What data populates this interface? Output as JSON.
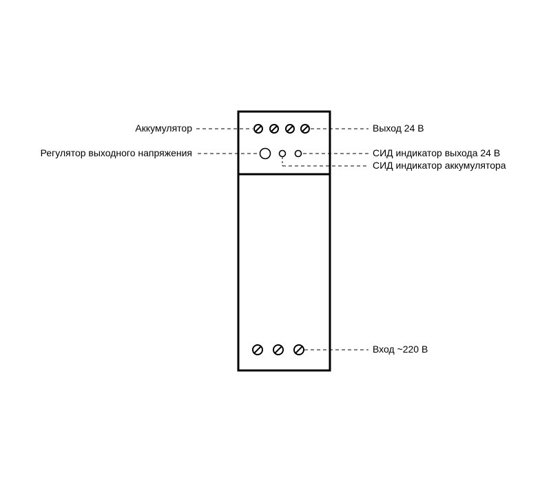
{
  "labels": {
    "accumulator": "Аккумулятор",
    "voltage_regulator": "Регулятор выходного напряжения",
    "output_24v": "Выход 24 В",
    "led_output_24v": "СИД индикатор выхода 24 В",
    "led_accumulator": "СИД индикатор аккумулятора",
    "input_220v": "Вход ~220 В"
  }
}
